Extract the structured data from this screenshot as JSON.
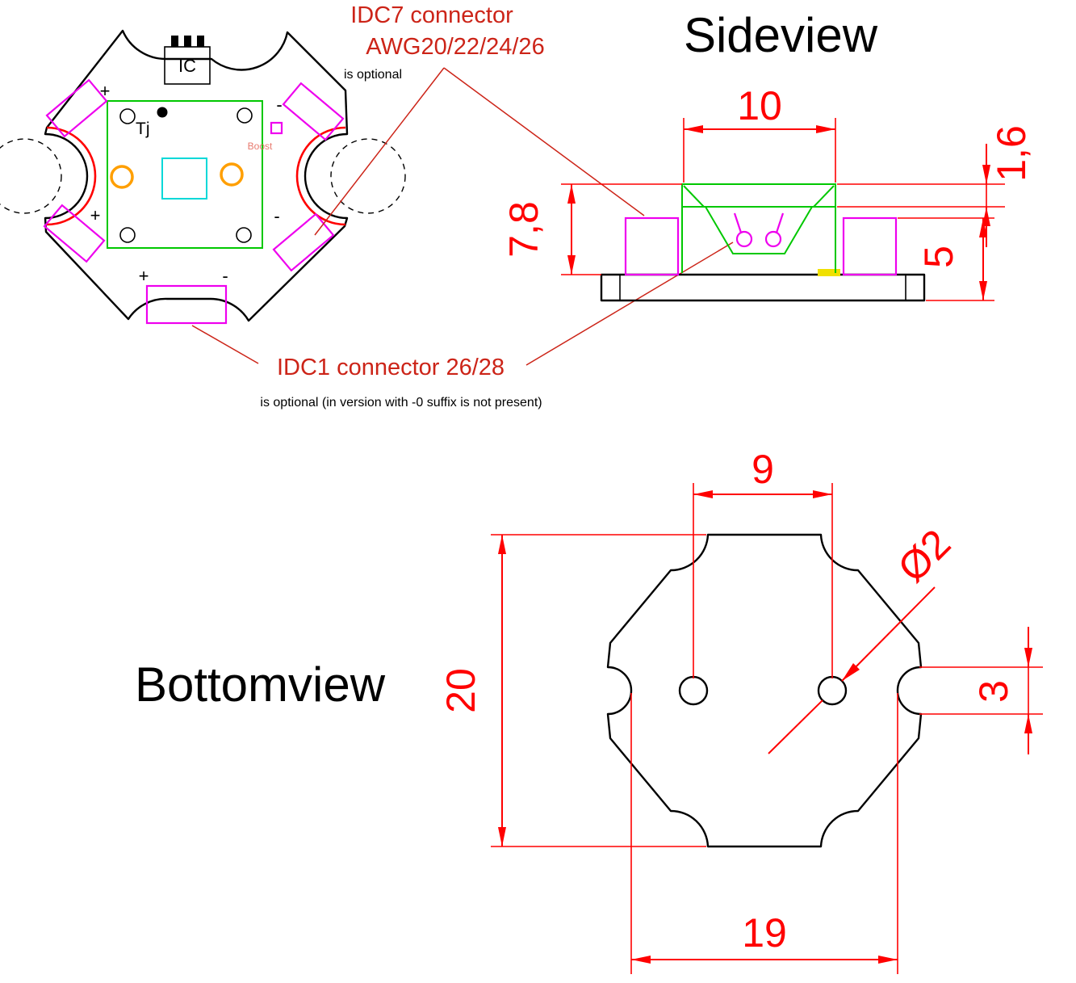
{
  "colors": {
    "outline": "#000000",
    "dimension_red": "#ff0000",
    "annotation_red": "#cc2418",
    "footprint_green": "#00c800",
    "pad_magenta": "#ee00ee",
    "center_cyan": "#00d8d8",
    "via_orange": "#ff9f00",
    "solder_yellow": "#f0e000",
    "boost_red": "#e87a6e"
  },
  "titles": {
    "sideview": "Sideview",
    "bottomview": "Bottomview"
  },
  "annotations": {
    "idc7": {
      "line1": "IDC7 connector",
      "line2": "AWG20/22/24/26",
      "note": "is optional"
    },
    "idc1": {
      "label": "IDC1 connector 26/28",
      "note": "is optional (in version with -0 suffix is not present)"
    }
  },
  "topview": {
    "ic_label": "IC",
    "tj_label": "Tj",
    "boost_label": "Boost",
    "polarity": {
      "plus_top": "+",
      "minus_top": "-",
      "plus_mid": "+",
      "minus_mid": "-",
      "plus_bottom": "+",
      "minus_bottom": "-"
    }
  },
  "dimensions": {
    "sideview": {
      "body_width": "10",
      "body_height": "7,8",
      "board_thickness": "1,6",
      "total_height": "5"
    },
    "bottomview": {
      "hole_spacing": "9",
      "board_height": "20",
      "hole_diameter": "Ø2",
      "notch_width": "3",
      "board_width": "19"
    }
  }
}
